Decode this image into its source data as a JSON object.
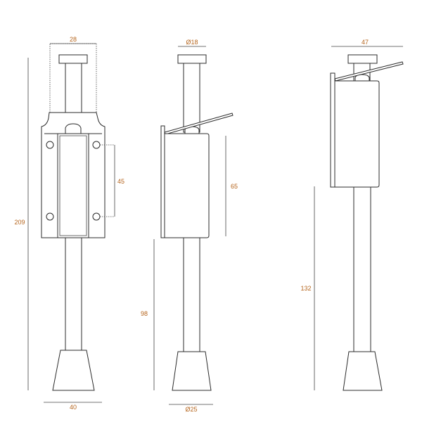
{
  "accent_color": "#b5651d",
  "views": {
    "front": {
      "overall_height": "209",
      "base_width": "40",
      "top_width": "28",
      "hole_spacing": "45"
    },
    "side": {
      "top_diameter": "Ø18",
      "housing_height": "65",
      "lower_height": "98",
      "base_diameter": "Ø25"
    },
    "raised": {
      "top_width": "47",
      "lower_height": "132"
    }
  }
}
